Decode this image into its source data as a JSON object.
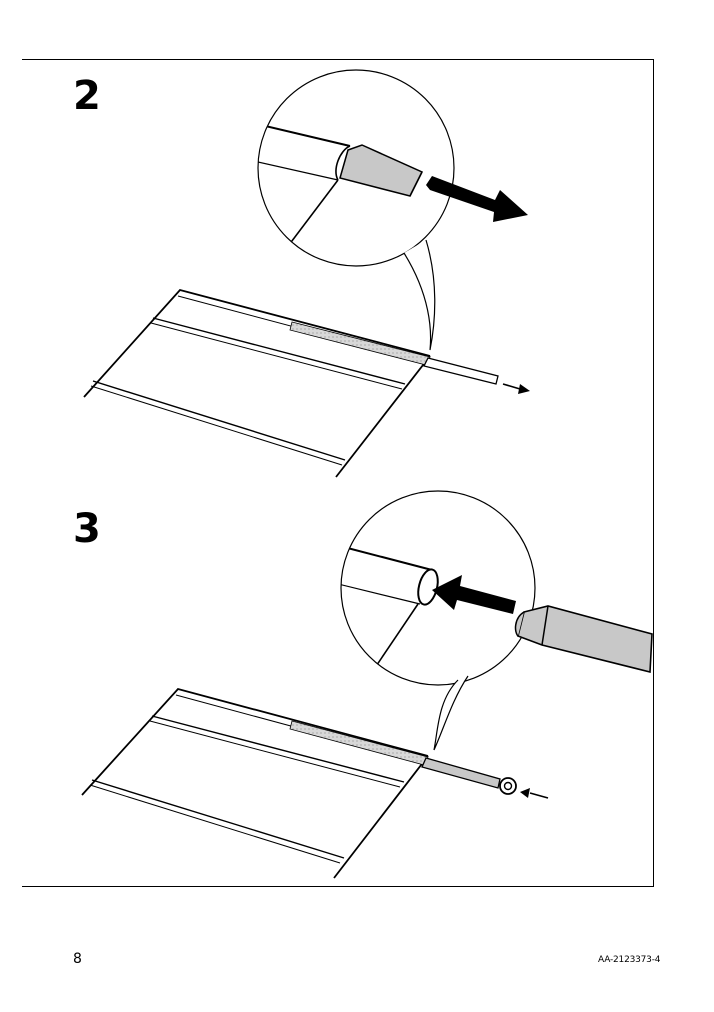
{
  "steps": [
    {
      "number": "2"
    },
    {
      "number": "3"
    }
  ],
  "footer": {
    "page_number": "8",
    "document_code": "AA-2123373-4"
  },
  "colors": {
    "line": "#000000",
    "fill_grey": "#c8c8c8",
    "highlight": "#d4d4d4"
  }
}
